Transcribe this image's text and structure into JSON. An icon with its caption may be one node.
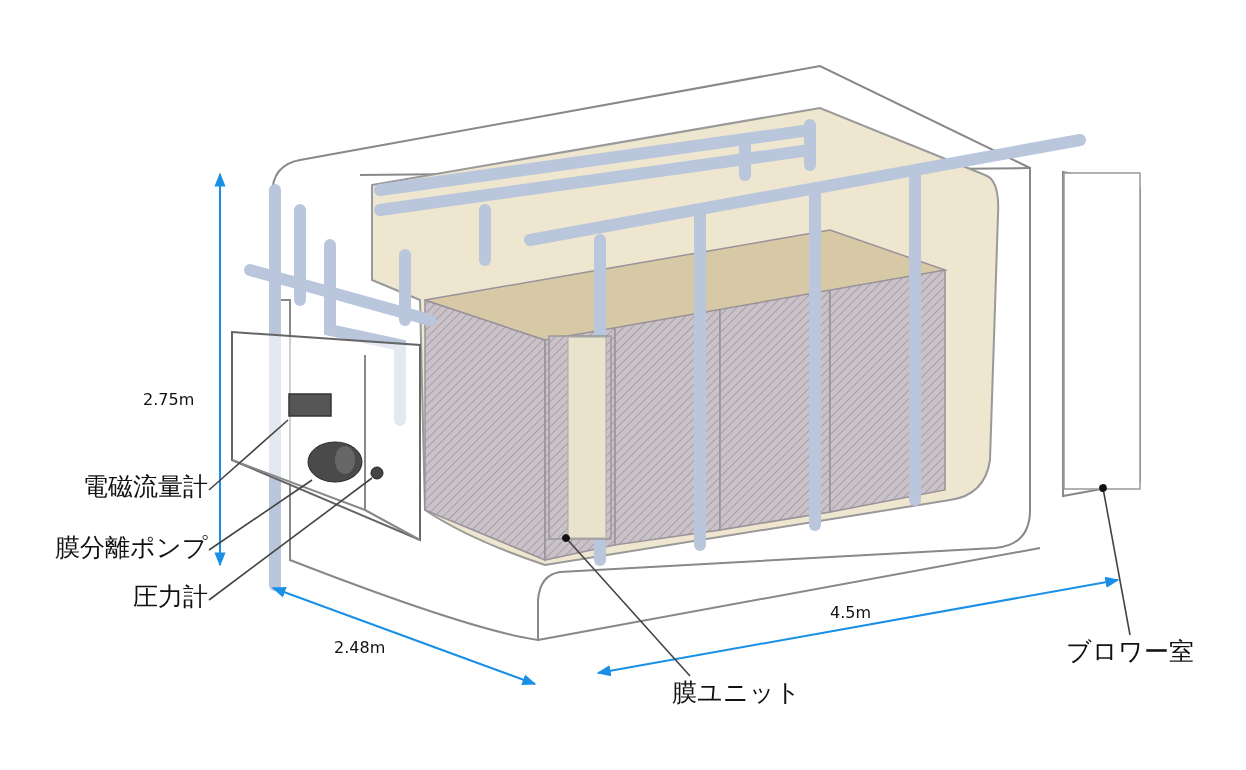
{
  "diagram": {
    "nodes": [
      {
        "text": [
          "電磁流量計"
        ]
      },
      {
        "text": [
          "膜分離ポンプ"
        ]
      },
      {
        "text": [
          "圧力計"
        ]
      },
      {
        "text": [
          "膜ユニット"
        ]
      },
      {
        "text": [
          "ブロワー室"
        ]
      },
      {
        "text": [],
        "shape": "box"
      },
      {
        "text": [],
        "shape": "picture"
      },
      {
        "text": [],
        "shape": "circle"
      },
      {
        "text": [],
        "shape": "box"
      },
      {
        "text": [],
        "shape": "box"
      }
    ],
    "edges": [
      {
        "from": 0,
        "to": 5,
        "arrow": "none"
      },
      {
        "from": 1,
        "to": 6,
        "arrow": "none"
      },
      {
        "from": 2,
        "to": 7,
        "arrow": "none"
      },
      {
        "from": 3,
        "to": 8,
        "arrow": "other"
      },
      {
        "from": 4,
        "to": 9,
        "arrow": "other"
      }
    ],
    "labels": [
      "2.75m",
      "2.48m",
      "4.5m"
    ]
  }
}
